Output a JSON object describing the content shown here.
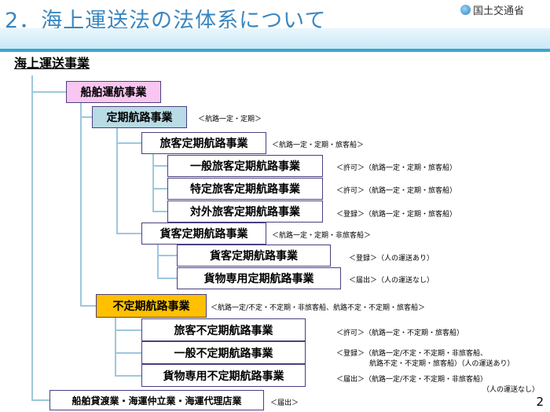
{
  "header": {
    "title": "2．海上運送法の法体系について",
    "logo_text": "国土交通省"
  },
  "section_title": "海上運送事業",
  "boxes": {
    "senpaku_unkou": "船舶運航事業",
    "teiki": "定期航路事業",
    "ryokyaku_teiki": "旅客定期航路事業",
    "ippan_ryokyaku_teiki": "一般旅客定期航路事業",
    "tokutei_ryokyaku_teiki": "特定旅客定期航路事業",
    "taigai_ryokyaku_teiki": "対外旅客定期航路事業",
    "kakyaku_teiki": "貨客定期航路事業",
    "kakyaku_teiki_sub": "貨客定期航路事業",
    "kamotsu_teiki": "貨物専用定期航路事業",
    "futeiki": "不定期航路事業",
    "ryokyaku_futeiki": "旅客不定期航路事業",
    "ippan_futeiki": "一般不定期航路事業",
    "kamotsu_futeiki": "貨物専用不定期航路事業",
    "kashiwatashi": "船舶貸渡業・海運仲立業・海運代理店業"
  },
  "notes": {
    "teiki": "＜航路一定・定期＞",
    "ryokyaku_teiki": "＜航路一定・定期・旅客船＞",
    "ippan_ryokyaku_teiki": "＜許可＞（航路一定・定期・旅客船）",
    "tokutei_ryokyaku_teiki": "＜許可＞（航路一定・定期・旅客船）",
    "taigai_ryokyaku_teiki": "＜登録＞（航路一定・定期・旅客船）",
    "kakyaku_teiki": "＜航路一定・定期・非旅客船＞",
    "kakyaku_teiki_sub": "＜登録＞（人の運送あり）",
    "kamotsu_teiki": "＜届出＞（人の運送なし）",
    "futeiki": "＜航路一定/不定・不定期・非旅客船、航路不定・不定期・旅客船＞",
    "ryokyaku_futeiki": "＜許可＞（航路一定・不定期・旅客船）",
    "ippan_futeiki_1": "＜登録＞（航路一定/不定・不定期・非旅客船、",
    "ippan_futeiki_2": "航路不定・不定期・旅客船）（人の運送あり）",
    "kamotsu_futeiki_1": "＜届出＞（航路一定/不定・不定期・非旅客船）",
    "kamotsu_futeiki_2": "（人の運送なし）",
    "kashiwatashi": "＜届出＞"
  },
  "page_number": "2"
}
